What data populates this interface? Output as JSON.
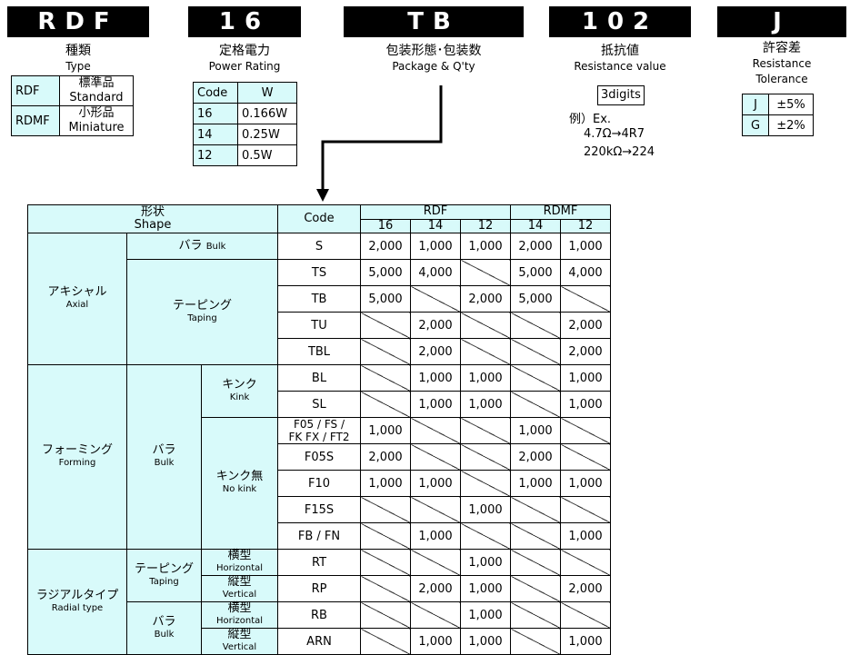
{
  "codes": [
    {
      "code": "RDF",
      "jp": "種類",
      "en": "Type"
    },
    {
      "code": "16",
      "jp": "定格電力",
      "en": "Power Rating"
    },
    {
      "code": "TB",
      "jp": "包装形態･包装数",
      "en": "Package & Q'ty"
    },
    {
      "code": "102",
      "jp": "抵抗値",
      "en": "Resistance value"
    },
    {
      "code": "J",
      "jp": "許容差",
      "en": "Resistance",
      "en2": "Tolerance"
    }
  ],
  "type_table": [
    {
      "code": "RDF",
      "jp": "標準品",
      "en": "Standard"
    },
    {
      "code": "RDMF",
      "jp": "小形品",
      "en": "Miniature"
    }
  ],
  "power_table": {
    "headers": [
      "Code",
      "W"
    ],
    "rows": [
      [
        "16",
        "0.166W"
      ],
      [
        "14",
        "0.25W"
      ],
      [
        "12",
        "0.5W"
      ]
    ]
  },
  "resistance": {
    "box": "3digits",
    "example_label": "例）Ex.",
    "examples": [
      "4.7Ω→4R7",
      "220kΩ→224"
    ]
  },
  "tolerance_table": [
    [
      "J",
      "±5%"
    ],
    [
      "G",
      "±2%"
    ]
  ],
  "main": {
    "shape_jp": "形状",
    "shape_en": "Shape",
    "code_header": "Code",
    "rdf": "RDF",
    "rdmf": "RDMF",
    "subcols": [
      "16",
      "14",
      "12",
      "14",
      "12"
    ],
    "groups": {
      "axial": {
        "jp": "アキシャル",
        "en": "Axial"
      },
      "bulk_axial": {
        "jp": "バラ",
        "en": "Bulk"
      },
      "taping_axial": {
        "jp": "テーピング",
        "en": "Taping"
      },
      "forming": {
        "jp": "フォーミング",
        "en": "Forming"
      },
      "bulk_forming": {
        "jp": "バラ",
        "en": "Bulk"
      },
      "kink": {
        "jp": "キンク",
        "en": "Kink"
      },
      "nokink": {
        "jp": "キンク無",
        "en": "No kink"
      },
      "radial": {
        "jp": "ラジアルタイプ",
        "en": "Radial type"
      },
      "taping_radial": {
        "jp": "テーピング",
        "en": "Taping"
      },
      "bulk_radial": {
        "jp": "バラ",
        "en": "Bulk"
      },
      "horiz1": {
        "jp": "横型",
        "en": "Horizontal"
      },
      "vert1": {
        "jp": "縦型",
        "en": "Vertical"
      },
      "horiz2": {
        "jp": "横型",
        "en": "Horizontal"
      },
      "vert2": {
        "jp": "縦型",
        "en": "Vertical"
      }
    },
    "rows": [
      {
        "code": "S",
        "v": [
          "2,000",
          "1,000",
          "1,000",
          "2,000",
          "1,000"
        ]
      },
      {
        "code": "TS",
        "v": [
          "5,000",
          "4,000",
          "",
          "5,000",
          "4,000"
        ]
      },
      {
        "code": "TB",
        "v": [
          "5,000",
          "",
          "2,000",
          "5,000",
          ""
        ]
      },
      {
        "code": "TU",
        "v": [
          "",
          "2,000",
          "",
          "",
          "2,000"
        ]
      },
      {
        "code": "TBL",
        "v": [
          "",
          "2,000",
          "",
          "",
          "2,000"
        ]
      },
      {
        "code": "BL",
        "v": [
          "",
          "1,000",
          "1,000",
          "",
          "1,000"
        ]
      },
      {
        "code": "SL",
        "v": [
          "",
          "1,000",
          "1,000",
          "",
          "1,000"
        ]
      },
      {
        "code": "F05 / FS / FK FX / FT2",
        "v": [
          "1,000",
          "",
          "",
          "1,000",
          ""
        ]
      },
      {
        "code": "F05S",
        "v": [
          "2,000",
          "",
          "",
          "2,000",
          ""
        ]
      },
      {
        "code": "F10",
        "v": [
          "1,000",
          "1,000",
          "",
          "1,000",
          "1,000"
        ]
      },
      {
        "code": "F15S",
        "v": [
          "",
          "",
          "1,000",
          "",
          ""
        ]
      },
      {
        "code": "FB / FN",
        "v": [
          "",
          "1,000",
          "",
          "",
          "1,000"
        ]
      },
      {
        "code": "RT",
        "v": [
          "",
          "",
          "1,000",
          "",
          ""
        ]
      },
      {
        "code": "RP",
        "v": [
          "",
          "2,000",
          "1,000",
          "",
          "2,000"
        ]
      },
      {
        "code": "RB",
        "v": [
          "",
          "",
          "1,000",
          "",
          ""
        ]
      },
      {
        "code": "ARN",
        "v": [
          "",
          "1,000",
          "1,000",
          "",
          "1,000"
        ]
      }
    ]
  }
}
